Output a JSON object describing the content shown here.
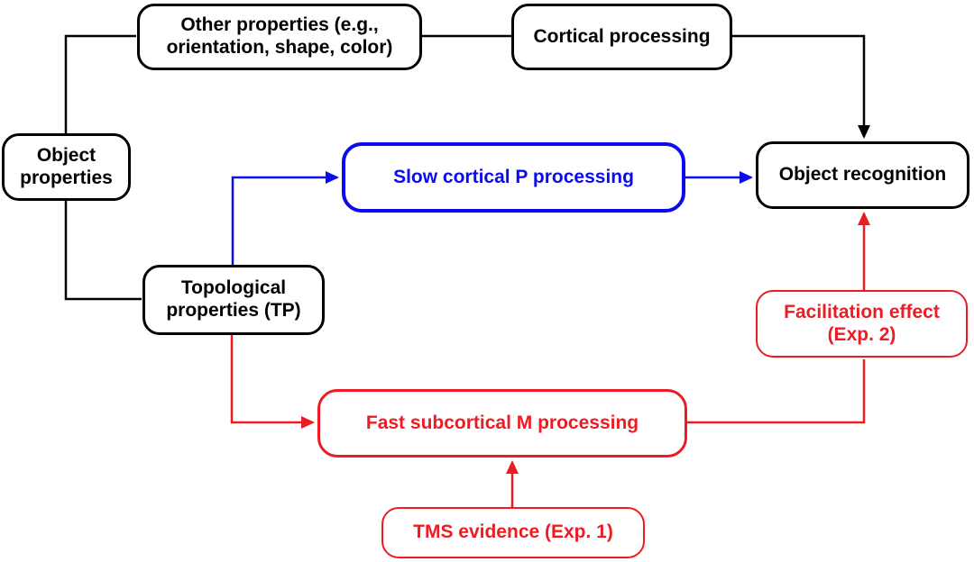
{
  "diagram": {
    "description": "Flow diagram of object recognition via topological properties (TP): slow cortical P pathway and fast subcortical M pathway",
    "colors": {
      "black_pathway": "#000000",
      "blue_pathway": "#0b0bee",
      "red_pathway": "#ed1c24",
      "background": "#ffffff"
    },
    "nodes": {
      "object_properties": {
        "label": "Object\nproperties"
      },
      "other_properties": {
        "label": "Other properties (e.g.,\norientation, shape, color)"
      },
      "cortical_processing": {
        "label": "Cortical processing"
      },
      "slow_cortical_p": {
        "label": "Slow cortical P processing"
      },
      "object_recognition": {
        "label": "Object recognition"
      },
      "topological_properties": {
        "label": "Topological\nproperties (TP)"
      },
      "facilitation_effect": {
        "label": "Facilitation effect\n(Exp. 2)"
      },
      "fast_subcortical_m": {
        "label": "Fast subcortical M processing"
      },
      "tms_evidence": {
        "label": "TMS evidence (Exp. 1)"
      }
    },
    "edges": [
      {
        "from": "object_properties",
        "to": "other_properties",
        "color": "black",
        "arrow": false
      },
      {
        "from": "other_properties",
        "to": "cortical_processing",
        "color": "black",
        "arrow": false
      },
      {
        "from": "cortical_processing",
        "to": "object_recognition",
        "color": "black",
        "arrow": true
      },
      {
        "from": "object_properties",
        "to": "topological_properties",
        "color": "black",
        "arrow": false
      },
      {
        "from": "topological_properties",
        "to": "slow_cortical_p",
        "color": "blue",
        "arrow": true
      },
      {
        "from": "slow_cortical_p",
        "to": "object_recognition",
        "color": "blue",
        "arrow": true
      },
      {
        "from": "topological_properties",
        "to": "fast_subcortical_m",
        "color": "red",
        "arrow": true
      },
      {
        "from": "fast_subcortical_m",
        "to": "facilitation_effect",
        "color": "red",
        "arrow": false
      },
      {
        "from": "facilitation_effect",
        "to": "object_recognition",
        "color": "red",
        "arrow": true
      },
      {
        "from": "tms_evidence",
        "to": "fast_subcortical_m",
        "color": "red",
        "arrow": true
      }
    ]
  }
}
